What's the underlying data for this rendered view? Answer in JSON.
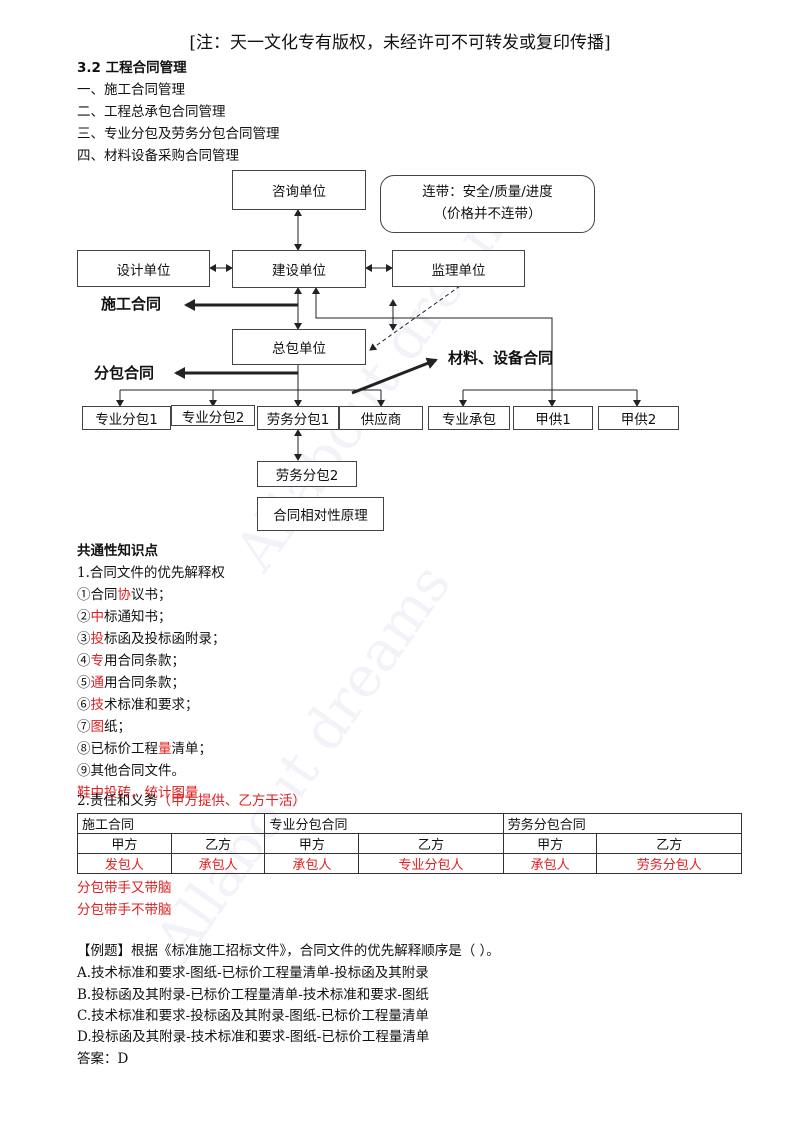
{
  "header_note": "[注：天一文化专有版权，未经许可不可转发或复印传播]",
  "watermark": "Allabout dreams",
  "section_title": "3.2 工程合同管理",
  "outline": [
    "一、施工合同管理",
    "二、工程总承包合同管理",
    "三、专业分包及劳务分包合同管理",
    "四、材料设备采购合同管理"
  ],
  "diagram": {
    "consult": "咨询单位",
    "note_line1": "连带：安全/质量/进度",
    "note_line2": "（价格并不连带）",
    "design": "设计单位",
    "owner": "建设单位",
    "supervisor": "监理单位",
    "construction_contract": "施工合同",
    "general_contractor": "总包单位",
    "subcontract": "分包合同",
    "material_contract": "材料、设备合同",
    "sub1": "专业分包1",
    "sub2": "专业分包2",
    "labor1": "劳务分包1",
    "supplier": "供应商",
    "pro_contract": "专业承包",
    "supply1": "甲供1",
    "supply2": "甲供2",
    "labor2": "劳务分包2",
    "relativity": "合同相对性原理"
  },
  "common_title": "共通性知识点",
  "priority_title": "1.合同文件的优先解释权",
  "priority_items": [
    {
      "pre": "①合同",
      "red": "协",
      "post": "议书；"
    },
    {
      "pre": "②",
      "red": "中",
      "post": "标通知书；"
    },
    {
      "pre": "③",
      "red": "投",
      "post": "标函及投标函附录；"
    },
    {
      "pre": "④",
      "red": "专",
      "post": "用合同条款；"
    },
    {
      "pre": "⑤",
      "red": "通",
      "post": "用合同条款；"
    },
    {
      "pre": "⑥",
      "red": "技",
      "post": "术标准和要求；"
    },
    {
      "pre": "⑦",
      "red": "图",
      "post": "纸；"
    },
    {
      "pre": "⑧已标价工程",
      "red": "量",
      "post": "清单；"
    },
    {
      "pre": "⑨其他合同文件。",
      "red": "",
      "post": ""
    }
  ],
  "mnemonic": "鞋中投砖，统计图量",
  "resp_title": "2.责任和义务",
  "resp_note": "（甲方提供、乙方干活）",
  "table": {
    "groups": [
      "施工合同",
      "专业分包合同",
      "劳务分包合同"
    ],
    "sub_headers": [
      "甲方",
      "乙方",
      "甲方",
      "乙方",
      "甲方",
      "乙方"
    ],
    "values": [
      "发包人",
      "承包人",
      "承包人",
      "专业分包人",
      "承包人",
      "劳务分包人"
    ]
  },
  "red_note1": "分包带手又带脑",
  "red_note2": "分包带手不带脑",
  "example": {
    "question": "【例题】根据《标准施工招标文件》，合同文件的优先解释顺序是（    ）。",
    "options": [
      "A.技术标准和要求-图纸-已标价工程量清单-投标函及其附录",
      "B.投标函及其附录-已标价工程量清单-技术标准和要求-图纸",
      "C.技术标准和要求-投标函及其附录-图纸-已标价工程量清单",
      "D.投标函及其附录-技术标准和要求-图纸-已标价工程量清单"
    ],
    "answer": "答案：D"
  }
}
